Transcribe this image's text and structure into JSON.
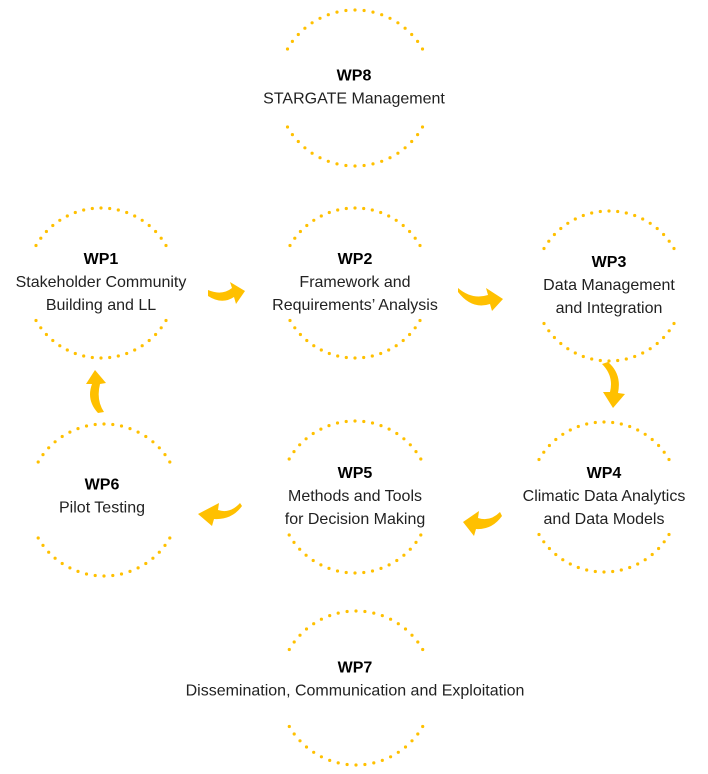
{
  "colors": {
    "accent": "#FFC000",
    "text": "#222222",
    "background": "#ffffff"
  },
  "nodes": [
    {
      "id": "WP8",
      "lines": [
        "STARGATE Management"
      ]
    },
    {
      "id": "WP1",
      "lines": [
        "Stakeholder Community",
        "Building and LL"
      ]
    },
    {
      "id": "WP2",
      "lines": [
        "Framework and",
        "Requirements’ Analysis"
      ]
    },
    {
      "id": "WP3",
      "lines": [
        "Data Management",
        "and Integration"
      ]
    },
    {
      "id": "WP6",
      "lines": [
        "Pilot Testing"
      ]
    },
    {
      "id": "WP5",
      "lines": [
        "Methods and Tools",
        "for Decision Making"
      ]
    },
    {
      "id": "WP4",
      "lines": [
        "Climatic Data Analytics",
        "and Data Models"
      ]
    },
    {
      "id": "WP7",
      "lines": [
        "Dissemination, Communication and Exploitation"
      ]
    }
  ],
  "flow": [
    {
      "from": "WP1",
      "to": "WP2"
    },
    {
      "from": "WP2",
      "to": "WP3"
    },
    {
      "from": "WP3",
      "to": "WP4"
    },
    {
      "from": "WP4",
      "to": "WP5"
    },
    {
      "from": "WP5",
      "to": "WP6"
    },
    {
      "from": "WP6",
      "to": "WP1"
    }
  ]
}
